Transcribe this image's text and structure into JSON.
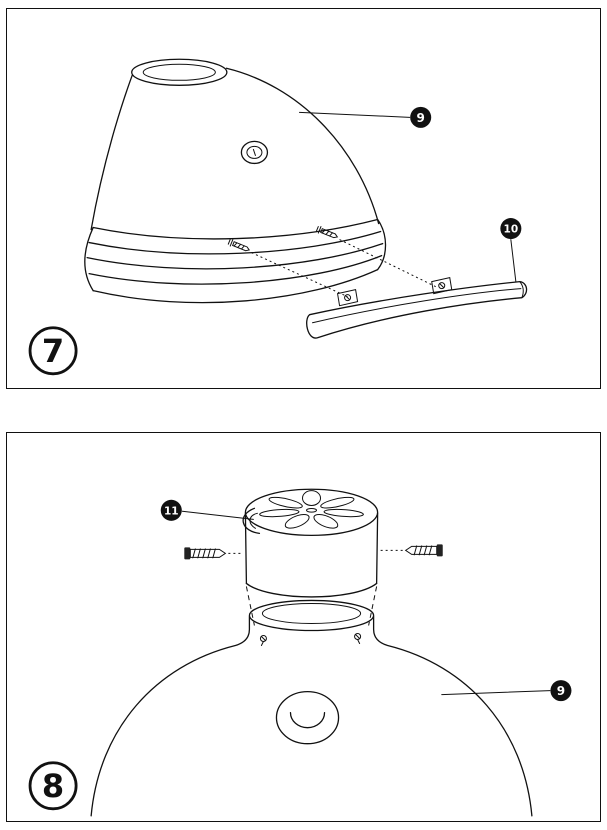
{
  "doc": {
    "p7": {
      "step": "7",
      "callout_dome": "9",
      "callout_handle": "10"
    },
    "p8": {
      "step": "8",
      "callout_cap": "11",
      "callout_dome": "9"
    }
  },
  "colors": {
    "ink": "#111111",
    "paper": "#ffffff"
  }
}
